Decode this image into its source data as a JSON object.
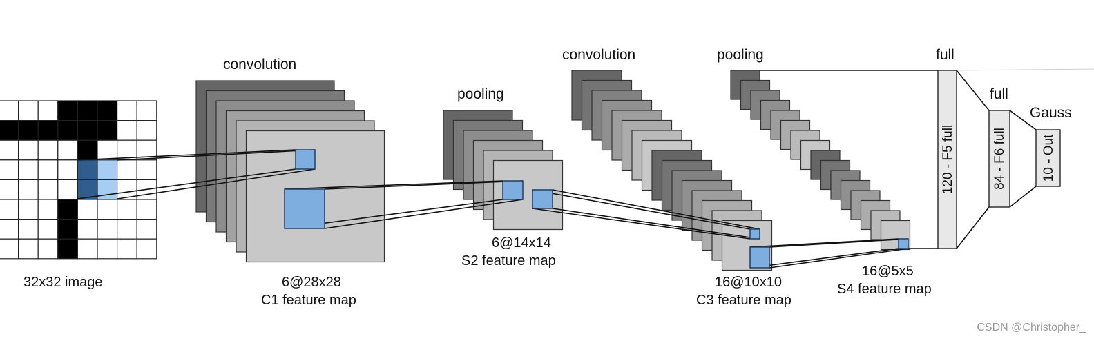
{
  "labels": {
    "conv1": "convolution",
    "pool1": "pooling",
    "conv2": "convolution",
    "pool2": "pooling",
    "full1": "full",
    "full2": "full",
    "gauss": "Gauss"
  },
  "captions": {
    "input": "32x32 image",
    "c1_size": "6@28x28",
    "c1_name": "C1 feature map",
    "s2_size": "6@14x14",
    "s2_name": "S2 feature map",
    "c3_size": "16@10x10",
    "c3_name": "C3 feature map",
    "s4_size": "16@5x5",
    "s4_name": "S4 feature map"
  },
  "layers": {
    "f5": "120 - F5 full",
    "f6": "84 - F6 full",
    "out": "10 - Out"
  },
  "watermark": "CSDN @Christopher_",
  "colors": {
    "stack_dark": "#666666",
    "stack_light": "#c8c8c8",
    "highlight": "#7eaee0",
    "highlight_dark": "#2f5d8e",
    "input_black": "#000000",
    "grid_line": "#222222"
  }
}
